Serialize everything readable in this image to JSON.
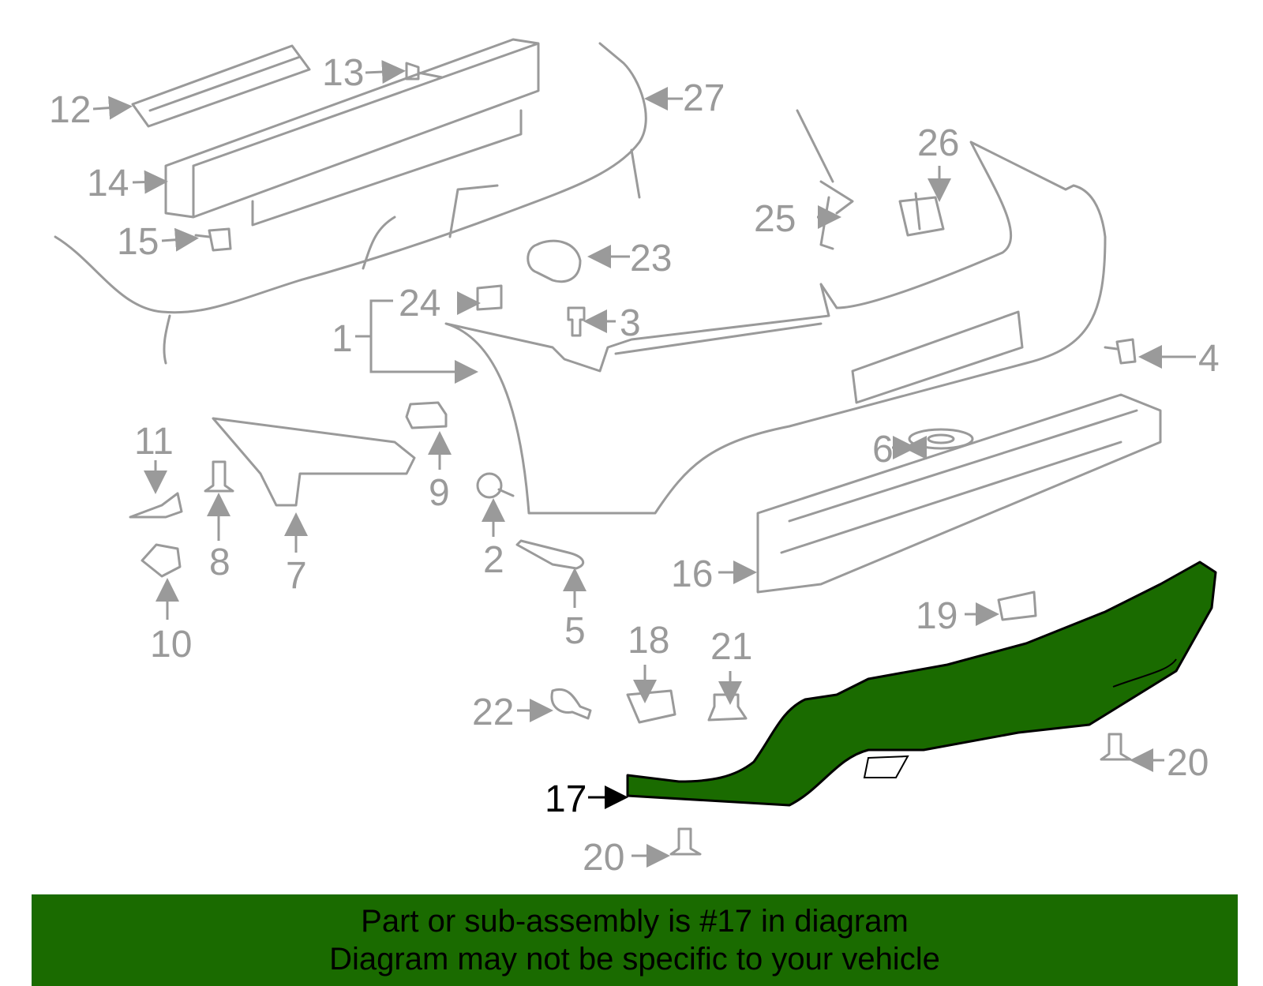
{
  "diagram": {
    "highlight_color": "#1a6b00",
    "line_color": "#9a9a9a",
    "highlighted_part": "17",
    "callouts": [
      "1",
      "2",
      "3",
      "4",
      "5",
      "6",
      "7",
      "8",
      "9",
      "10",
      "11",
      "12",
      "13",
      "14",
      "15",
      "16",
      "17",
      "18",
      "19",
      "20",
      "21",
      "22",
      "23",
      "24",
      "25",
      "26",
      "27"
    ]
  },
  "banner": {
    "background": "#1a6b00",
    "line1": "Part or sub-assembly is #17 in diagram",
    "line2": "Diagram may not be specific to your vehicle"
  }
}
